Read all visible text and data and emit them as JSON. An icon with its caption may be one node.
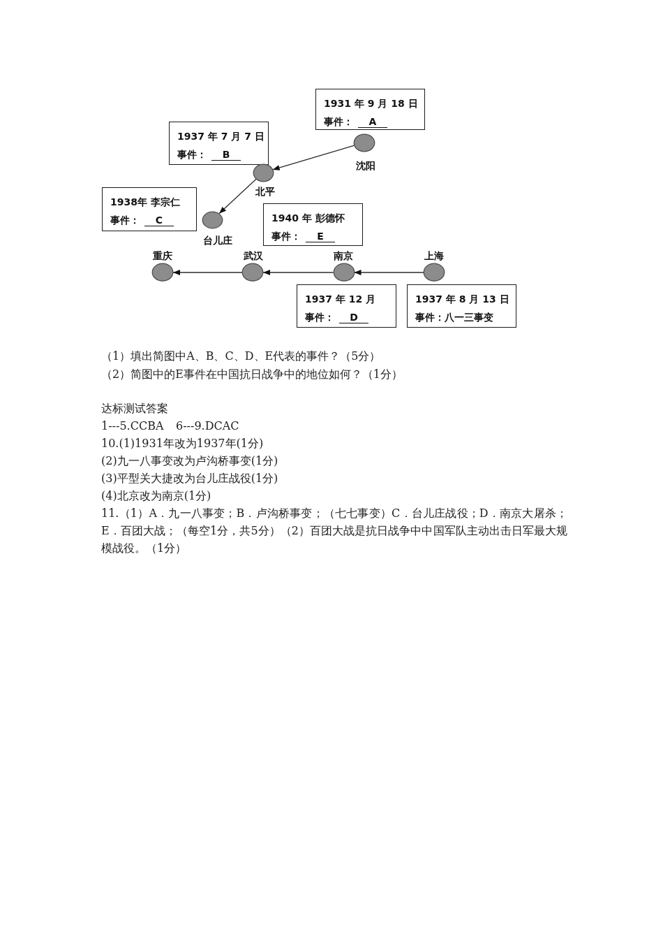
{
  "diagram": {
    "nodes": [
      {
        "text": [
          "1931 年 9 月 18 日",
          "事件：",
          "A"
        ]
      },
      {
        "text": [
          "1937 年 7 月 7 日",
          "事件：",
          "B"
        ]
      },
      {
        "text": [],
        "shape": "circle",
        "beside": [
          "沈阳"
        ]
      },
      {
        "text": [],
        "shape": "circle",
        "beside": [
          "北平"
        ]
      },
      {
        "text": [
          "1938年 李宗仁",
          "事件：",
          "C"
        ]
      },
      {
        "text": [
          "1940 年 彭德怀",
          "事件：",
          "E"
        ]
      },
      {
        "text": [],
        "shape": "circle",
        "beside": [
          "台儿庄"
        ]
      },
      {
        "text": [],
        "shape": "circle",
        "beside": [
          "重庆"
        ]
      },
      {
        "text": [],
        "shape": "circle",
        "beside": [
          "武汉"
        ]
      },
      {
        "text": [],
        "shape": "circle",
        "beside": [
          "南京"
        ]
      },
      {
        "text": [],
        "shape": "circle",
        "beside": [
          "上海"
        ]
      },
      {
        "text": [
          "1937 年 12 月",
          "事件：",
          "D"
        ]
      },
      {
        "text": [
          "1937 年 8 月 13 日",
          "事件：八一三事变"
        ]
      }
    ],
    "edges": [
      {
        "from": 2,
        "to": 3,
        "arrow": "to"
      },
      {
        "from": 3,
        "to": 6,
        "arrow": "to"
      },
      {
        "from": 10,
        "to": 9,
        "arrow": "to"
      },
      {
        "from": 9,
        "to": 8,
        "arrow": "to"
      },
      {
        "from": 8,
        "to": 7,
        "arrow": "to"
      }
    ],
    "labels": [
      "（1）填出简图中A、B、C、D、E代表的事件？（5分）",
      "（2）简图中的E事件在中国抗日战争中的地位如何？（1分）",
      "达标测试答案",
      "1---5.CCBA",
      "6---9.DCAC",
      "10.(1)1931年改为1937年(1分)",
      "(2)九一八事变改为卢沟桥事变(1分)",
      "(3)平型关大捷改为台儿庄战役(1分)",
      "(4)北京改为南京(1分)",
      "11.（1）A．九一八事变；B．卢沟桥事变；（七七事变）C．台儿庄战役；D．南京大屠杀；E．百团大战；（每空1分，共5分）（2）百团大战是抗日战争中中国军队主动出击日军最大规模战役。（1分）"
    ]
  }
}
